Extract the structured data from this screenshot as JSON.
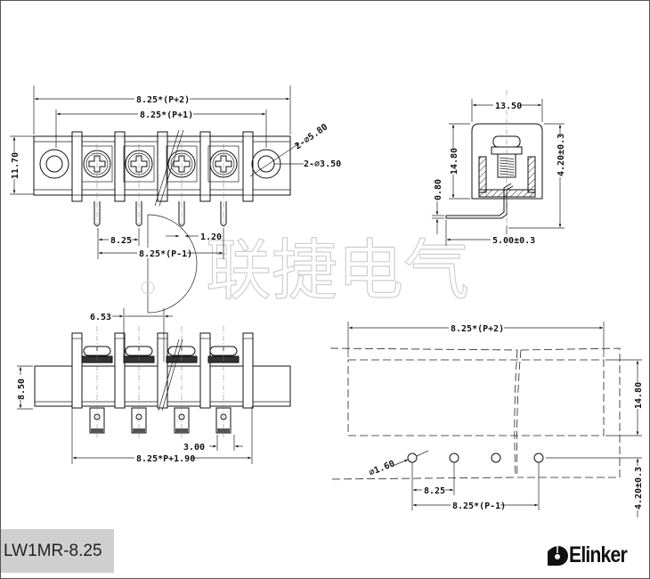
{
  "watermark": "联捷电气",
  "top_view": {
    "overall_length": "8.25*(P+2)",
    "hole_pitch_length": "8.25*(P+1)",
    "height": "11.70",
    "outer_hole": "2-⌀5.80",
    "inner_hole": "2-⌀3.50",
    "pitch": "8.25",
    "pin_width": "1.20",
    "pin_span": "8.25*(P-1)"
  },
  "side_view": {
    "width": "13.50",
    "height": "14.80",
    "pin_thickness": "0.80",
    "pin_offset": "4.20±0.3",
    "pin_length": "5.00±0.3"
  },
  "front_view": {
    "screw_spacing": "6.53",
    "height": "8.50",
    "tab_width": "3.00",
    "overall": "8.25*P+1.90"
  },
  "pcb_layout": {
    "overall_length": "8.25*(P+2)",
    "height": "14.80",
    "hole_diameter": "⌀1.60",
    "pitch": "8.25",
    "pin_span": "8.25*(P-1)",
    "pin_offset": "4.20±0.3"
  },
  "footer": {
    "model": "LW1MR-8.25",
    "brand": "Elinker"
  }
}
